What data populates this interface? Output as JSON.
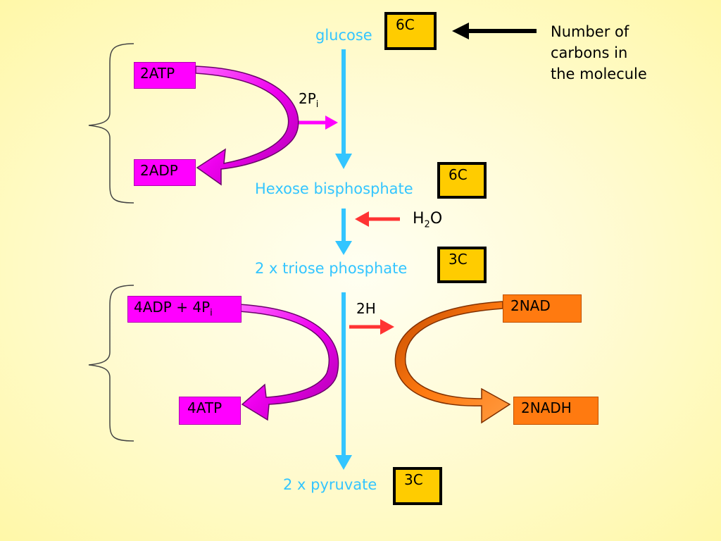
{
  "stages": {
    "glucose": "glucose",
    "hexose": "Hexose bisphosphate",
    "triose": "2 x triose phosphate",
    "pyruvate": "2 x pyruvate"
  },
  "carbons": {
    "glucose": "6C",
    "hexose": "6C",
    "triose": "3C",
    "pyruvate": "3C"
  },
  "annotation": {
    "line1": "Number of",
    "line2": "carbons in",
    "line3": "the molecule"
  },
  "molecules": {
    "atp_in": "2ATP",
    "adp_out": "2ADP",
    "adp_pi_prefix": "4ADP + 4P",
    "adp_pi_sub": "i",
    "atp_out": "4ATP",
    "nad": "2NAD",
    "nadh": "2NADH"
  },
  "inputs": {
    "pi_main": "2P",
    "pi_sub": "i",
    "water_h": "H",
    "water_sub": "2",
    "water_o": "O",
    "hydrogen": "2H"
  },
  "colors": {
    "main_arrow": "#33c5ff",
    "atp_box": "#ff00ff",
    "nad_box": "#ff7a10",
    "carbon_box": "#ffcc00",
    "red_arrow": "#ff3333"
  }
}
